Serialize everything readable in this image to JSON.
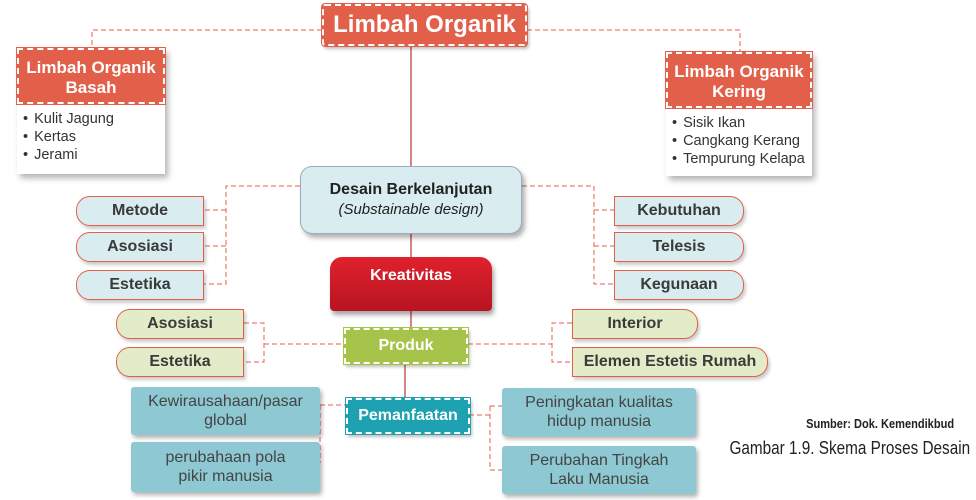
{
  "title": "Limbah Organik",
  "wet": {
    "title": "Limbah Organik Basah",
    "items": [
      "Kulit Jagung",
      "Kertas",
      "Jerami"
    ]
  },
  "dry": {
    "title": "Limbah Organik Kering",
    "items": [
      "Sisik Ikan",
      "Cangkang Kerang",
      "Tempurung  Kelapa"
    ]
  },
  "design": {
    "title": "Desain Berkelanjutan",
    "subtitle": "(Substainable design)"
  },
  "left_aspects": [
    "Metode",
    "Asosiasi",
    "Estetika"
  ],
  "right_aspects": [
    "Kebutuhan",
    "Telesis",
    "Kegunaan"
  ],
  "kreativitas": "Kreativitas",
  "produk": {
    "label": "Produk",
    "left": [
      "Asosiasi",
      "Estetika"
    ],
    "right": [
      "Interior",
      "Elemen Estetis Rumah"
    ]
  },
  "pemanfaatan": {
    "label": "Pemanfaatan",
    "left": [
      "Kewirausahaan/pasar global",
      "perubahaan pola pikir manusia"
    ],
    "right": [
      "Peningkatan kualitas hidup manusia",
      "Perubahan Tingkah Laku Manusia"
    ]
  },
  "source": "Sumber: Dok. Kemendikbud",
  "caption": "Gambar 1.9. Skema Proses Desain",
  "colors": {
    "orange": "#e2604a",
    "red": "#c8172a",
    "green": "#a6c44a",
    "teal": "#1ea1b1",
    "light_blue": "#d9ecef"
  }
}
